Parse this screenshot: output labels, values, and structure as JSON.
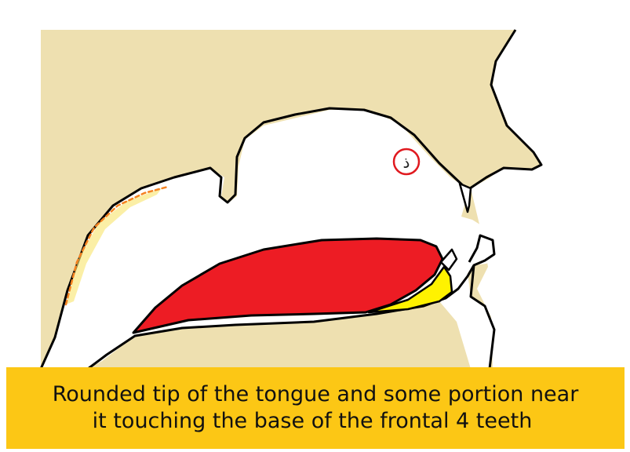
{
  "colors": {
    "skin": "#eee0b0",
    "tongue": "#ed1c24",
    "highlight": "#fff200",
    "dashed_outline": "#f58220",
    "marker_circle": "#e0191f",
    "caption_background": "#fcc715",
    "outline": "#000000"
  },
  "marker": {
    "letter": "ذ"
  },
  "caption": {
    "line1": "Rounded tip of the tongue and some portion near",
    "line2": "it touching the base of the frontal 4 teeth"
  }
}
